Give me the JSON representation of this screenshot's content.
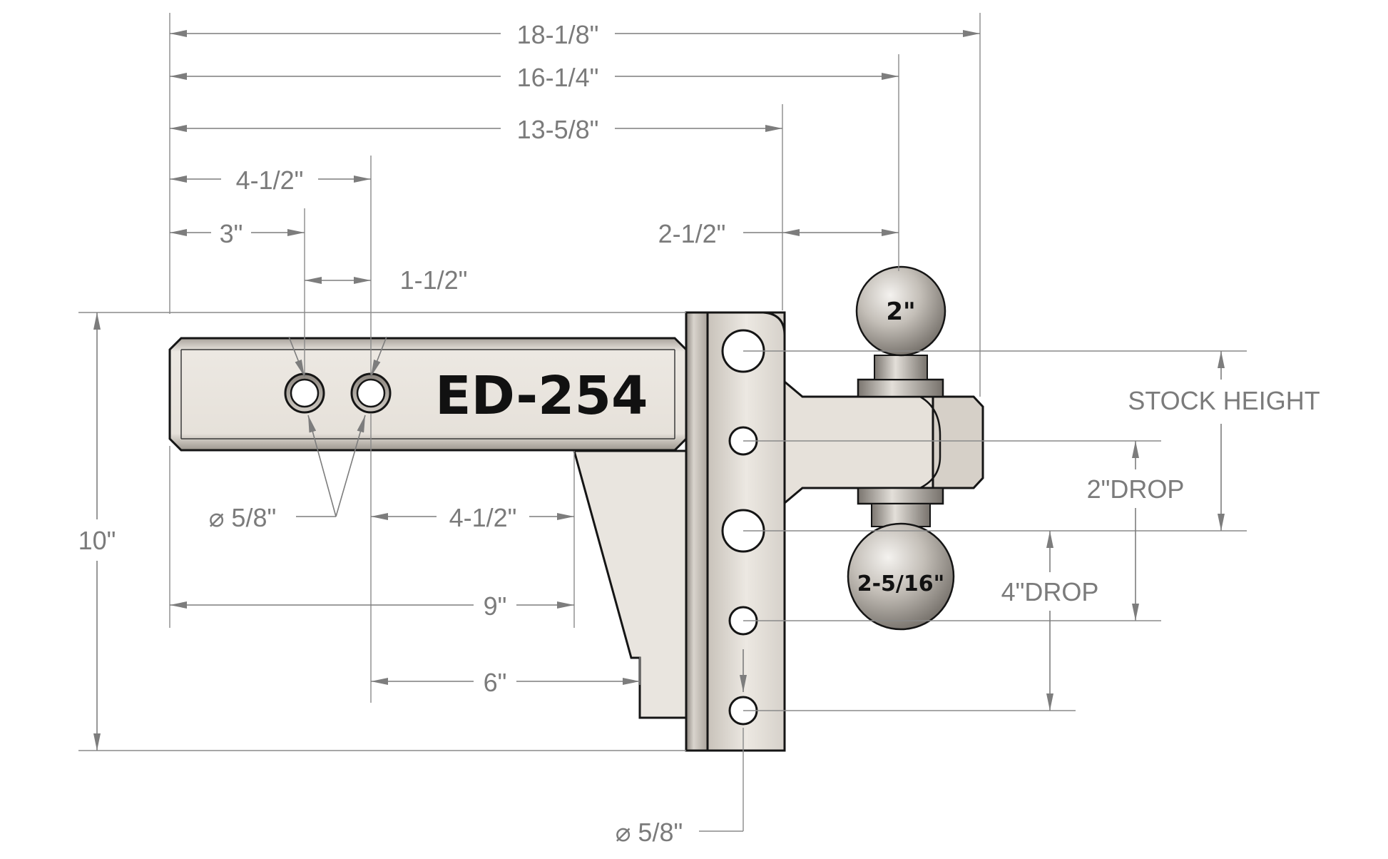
{
  "model": "ED-254",
  "dimensions": {
    "overall_length": "18-1/8\"",
    "to_ball_center": "16-1/4\"",
    "to_mount_face": "13-5/8\"",
    "to_second_hole": "4-1/2\"",
    "to_first_hole": "3\"",
    "hole_spacing": "1-1/2\"",
    "rise_offset": "2-1/2\"",
    "shank_hole_diameter": "⌀ 5/8\"",
    "hole_to_gusset": "4-1/2\"",
    "end_to_gusset": "9\"",
    "hole_to_gusset_base": "6\"",
    "total_height": "10\"",
    "stock_height": "STOCK HEIGHT",
    "drop_2": "2\"DROP",
    "drop_4": "4\"DROP",
    "mount_hole_diameter": "⌀ 5/8\""
  },
  "balls": {
    "top": "2\"",
    "bottom": "2-5/16\""
  },
  "colors": {
    "dimension_line": "#7d7d7d",
    "dimension_text": "#7b7b7b",
    "outline": "#151515",
    "metal_light": "#ece8e2",
    "metal_mid": "#c9c3bb"
  }
}
